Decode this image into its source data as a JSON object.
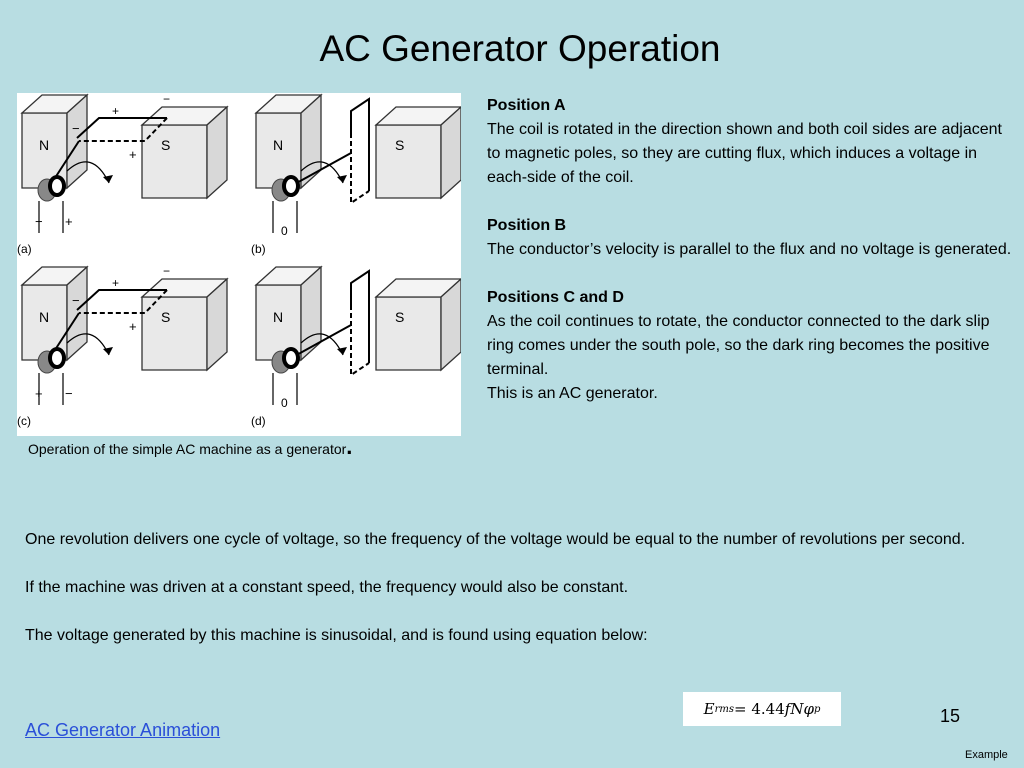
{
  "slide": {
    "title": "AC Generator Operation",
    "page_number": "15",
    "footer_note": "Example"
  },
  "figure": {
    "panels": [
      {
        "label": "(a)",
        "north": "N",
        "south": "S",
        "bottom_left_sign": "−",
        "bottom_right_sign": "+",
        "top_sign_1": "+",
        "top_sign_2": "−",
        "mid_sign_1": "−",
        "mid_sign_2": "+"
      },
      {
        "label": "(b)",
        "north": "N",
        "south": "S",
        "bottom_value": "0"
      },
      {
        "label": "(c)",
        "north": "N",
        "south": "S",
        "bottom_left_sign": "+",
        "bottom_right_sign": "−",
        "top_sign_1": "+",
        "top_sign_2": "−",
        "mid_sign_1": "−",
        "mid_sign_2": "+"
      },
      {
        "label": "(d)",
        "north": "N",
        "south": "S",
        "bottom_value": "0"
      }
    ],
    "caption": "Operation of the simple AC machine as a generator",
    "caption_end": "."
  },
  "positions": [
    {
      "heading": "Position A",
      "lines": [
        "The coil is rotated in the direction shown and both coil sides are adjacent to magnetic poles, so they are cutting flux, which induces a voltage in each-side of the coil."
      ]
    },
    {
      "heading": "Position B",
      "lines": [
        "The conductor’s velocity is parallel to the flux and no voltage is generated."
      ]
    },
    {
      "heading": "Positions C and D",
      "lines": [
        "As the coil continues to rotate, the conductor connected to the dark slip ring comes under the south pole, so the dark ring becomes the positive terminal.",
        "This is an AC generator."
      ]
    }
  ],
  "body": {
    "p1": "One revolution delivers one cycle of voltage, so the frequency of the voltage would be equal to the number of revolutions per second.",
    "p2": "If the machine was driven at a constant speed, the frequency would also be constant.",
    "p3": "The voltage generated by this machine is sinusoidal, and is found using equation below:"
  },
  "equation": {
    "lhs": "E",
    "lhs_sub": "rms",
    "eq": " = 4.44",
    "f": "f",
    "N": "N",
    "phi": "φ",
    "phi_sub": "p"
  },
  "link": {
    "label": "AC Generator Animation"
  }
}
